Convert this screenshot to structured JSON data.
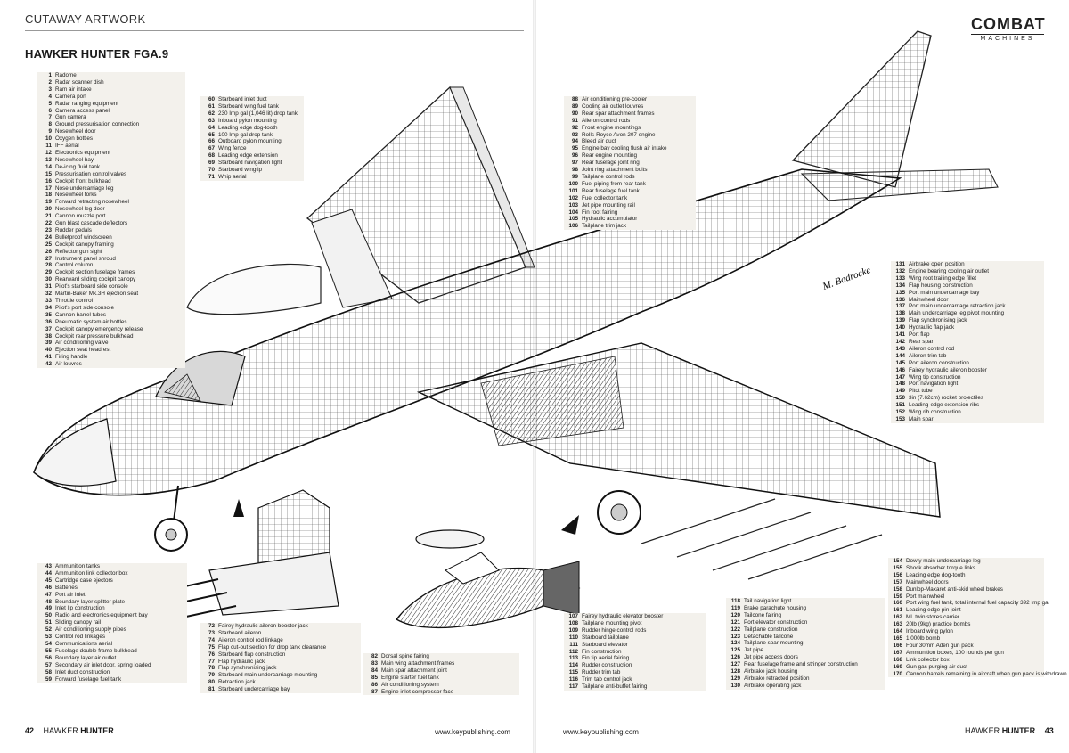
{
  "header": {
    "section": "CUTAWAY ARTWORK",
    "title": "HAWKER HUNTER FGA.9",
    "logo_top": "COMBAT",
    "logo_bottom": "MACHINES"
  },
  "artist_signature": "M. Badrocke",
  "key_lists": [
    {
      "id": "key-1-42",
      "items": [
        [
          "1",
          "Radome"
        ],
        [
          "2",
          "Radar scanner dish"
        ],
        [
          "3",
          "Ram air intake"
        ],
        [
          "4",
          "Camera port"
        ],
        [
          "5",
          "Radar ranging equipment"
        ],
        [
          "6",
          "Camera access panel"
        ],
        [
          "7",
          "Gun camera"
        ],
        [
          "8",
          "Ground pressurisation connection"
        ],
        [
          "9",
          "Nosewheel door"
        ],
        [
          "10",
          "Oxygen bottles"
        ],
        [
          "11",
          "IFF aerial"
        ],
        [
          "12",
          "Electronics equipment"
        ],
        [
          "13",
          "Nosewheel bay"
        ],
        [
          "14",
          "De-icing fluid tank"
        ],
        [
          "15",
          "Pressurisation control valves"
        ],
        [
          "16",
          "Cockpit front bulkhead"
        ],
        [
          "17",
          "Nose undercarriage leg"
        ],
        [
          "18",
          "Nosewheel forks"
        ],
        [
          "19",
          "Forward retracting nosewheel"
        ],
        [
          "20",
          "Nosewheel leg door"
        ],
        [
          "21",
          "Cannon muzzle port"
        ],
        [
          "22",
          "Gun blast cascade deflectors"
        ],
        [
          "23",
          "Rudder pedals"
        ],
        [
          "24",
          "Bulletproof windscreen"
        ],
        [
          "25",
          "Cockpit canopy framing"
        ],
        [
          "26",
          "Reflector gun sight"
        ],
        [
          "27",
          "Instrument panel shroud"
        ],
        [
          "28",
          "Control column"
        ],
        [
          "29",
          "Cockpit section fuselage frames"
        ],
        [
          "30",
          "Rearward sliding cockpit canopy"
        ],
        [
          "31",
          "Pilot's starboard side console"
        ],
        [
          "32",
          "Martin-Baker Mk.3H ejection seat"
        ],
        [
          "33",
          "Throttle control"
        ],
        [
          "34",
          "Pilot's port side console"
        ],
        [
          "35",
          "Cannon barrel tubes"
        ],
        [
          "36",
          "Pneumatic system air bottles"
        ],
        [
          "37",
          "Cockpit canopy emergency release"
        ],
        [
          "38",
          "Cockpit rear pressure bulkhead"
        ],
        [
          "39",
          "Air conditioning valve"
        ],
        [
          "40",
          "Ejection seat headrest"
        ],
        [
          "41",
          "Firing handle"
        ],
        [
          "42",
          "Air louvres"
        ]
      ]
    },
    {
      "id": "key-60-71",
      "items": [
        [
          "60",
          "Starboard inlet duct"
        ],
        [
          "61",
          "Starboard wing fuel tank"
        ],
        [
          "62",
          "230 Imp gal (1,046 lit) drop tank"
        ],
        [
          "63",
          "Inboard pylon mounting"
        ],
        [
          "64",
          "Leading edge dog-tooth"
        ],
        [
          "65",
          "100 Imp gal drop tank"
        ],
        [
          "66",
          "Outboard pylon mounting"
        ],
        [
          "67",
          "Wing fence"
        ],
        [
          "68",
          "Leading edge extension"
        ],
        [
          "69",
          "Starboard navigation light"
        ],
        [
          "70",
          "Starboard wingtip"
        ],
        [
          "71",
          "Whip aerial"
        ]
      ]
    },
    {
      "id": "key-88-106",
      "items": [
        [
          "88",
          "Air conditioning pre-cooler"
        ],
        [
          "89",
          "Cooling air outlet louvres"
        ],
        [
          "90",
          "Rear spar attachment frames"
        ],
        [
          "91",
          "Aileron control rods"
        ],
        [
          "92",
          "Front engine mountings"
        ],
        [
          "93",
          "Rolls-Royce Avon 207 engine"
        ],
        [
          "94",
          "Bleed air duct"
        ],
        [
          "95",
          "Engine bay cooling flush air intake"
        ],
        [
          "96",
          "Rear engine mounting"
        ],
        [
          "97",
          "Rear fuselage joint ring"
        ],
        [
          "98",
          "Joint ring attachment bolts"
        ],
        [
          "99",
          "Tailplane control rods"
        ],
        [
          "100",
          "Fuel piping from rear tank"
        ],
        [
          "101",
          "Rear fuselage fuel tank"
        ],
        [
          "102",
          "Fuel collector tank"
        ],
        [
          "103",
          "Jet pipe mounting rail"
        ],
        [
          "104",
          "Fin root fairing"
        ],
        [
          "105",
          "Hydraulic accumulator"
        ],
        [
          "106",
          "Tailplane trim jack"
        ]
      ]
    },
    {
      "id": "key-131-153",
      "items": [
        [
          "131",
          "Airbrake open position"
        ],
        [
          "132",
          "Engine bearing cooling air outlet"
        ],
        [
          "133",
          "Wing root trailing edge fillet"
        ],
        [
          "134",
          "Flap housing construction"
        ],
        [
          "135",
          "Port main undercarriage bay"
        ],
        [
          "136",
          "Mainwheel door"
        ],
        [
          "137",
          "Port main undercarriage retraction jack"
        ],
        [
          "138",
          "Main undercarriage leg pivot mounting"
        ],
        [
          "139",
          "Flap synchronising jack"
        ],
        [
          "140",
          "Hydraulic flap jack"
        ],
        [
          "141",
          "Port flap"
        ],
        [
          "142",
          "Rear spar"
        ],
        [
          "143",
          "Aileron control rod"
        ],
        [
          "144",
          "Aileron trim tab"
        ],
        [
          "145",
          "Port aileron construction"
        ],
        [
          "146",
          "Fairey hydraulic aileron booster"
        ],
        [
          "147",
          "Wing tip construction"
        ],
        [
          "148",
          "Port navigation light"
        ],
        [
          "149",
          "Pitot tube"
        ],
        [
          "150",
          "3in (7.62cm) rocket projectiles"
        ],
        [
          "151",
          "Leading-edge extension ribs"
        ],
        [
          "152",
          "Wing rib construction"
        ],
        [
          "153",
          "Main spar"
        ]
      ]
    },
    {
      "id": "key-43-59",
      "items": [
        [
          "43",
          "Ammunition tanks"
        ],
        [
          "44",
          "Ammunition link collector box"
        ],
        [
          "45",
          "Cartridge case ejectors"
        ],
        [
          "46",
          "Batteries"
        ],
        [
          "47",
          "Port air inlet"
        ],
        [
          "48",
          "Boundary layer splitter plate"
        ],
        [
          "49",
          "Inlet lip construction"
        ],
        [
          "50",
          "Radio and electronics equipment bay"
        ],
        [
          "51",
          "Sliding canopy rail"
        ],
        [
          "52",
          "Air conditioning supply pipes"
        ],
        [
          "53",
          "Control rod linkages"
        ],
        [
          "54",
          "Communications aerial"
        ],
        [
          "55",
          "Fuselage double frame bulkhead"
        ],
        [
          "56",
          "Boundary layer air outlet"
        ],
        [
          "57",
          "Secondary air inlet door, spring loaded"
        ],
        [
          "58",
          "Inlet duct construction"
        ],
        [
          "59",
          "Forward fuselage fuel tank"
        ]
      ]
    },
    {
      "id": "key-72-81",
      "items": [
        [
          "72",
          "Fairey hydraulic aileron booster jack"
        ],
        [
          "73",
          "Starboard aileron"
        ],
        [
          "74",
          "Aileron control rod linkage"
        ],
        [
          "75",
          "Flap cut-out section for drop tank clearance"
        ],
        [
          "76",
          "Starboard flap construction"
        ],
        [
          "77",
          "Flap hydraulic jack"
        ],
        [
          "78",
          "Flap synchronising jack"
        ],
        [
          "79",
          "Starboard main undercarriage mounting"
        ],
        [
          "80",
          "Retraction jack"
        ],
        [
          "81",
          "Starboard undercarriage bay"
        ]
      ]
    },
    {
      "id": "key-82-87",
      "items": [
        [
          "82",
          "Dorsal spine fairing"
        ],
        [
          "83",
          "Main wing attachment frames"
        ],
        [
          "84",
          "Main spar attachment joint"
        ],
        [
          "85",
          "Engine starter fuel tank"
        ],
        [
          "86",
          "Air conditioning system"
        ],
        [
          "87",
          "Engine inlet compressor face"
        ]
      ]
    },
    {
      "id": "key-107-117",
      "items": [
        [
          "107",
          "Fairey hydraulic elevator booster"
        ],
        [
          "108",
          "Tailplane mounting pivot"
        ],
        [
          "109",
          "Rudder hinge control rods"
        ],
        [
          "110",
          "Starboard tailplane"
        ],
        [
          "111",
          "Starboard elevator"
        ],
        [
          "112",
          "Fin construction"
        ],
        [
          "113",
          "Fin tip aerial fairing"
        ],
        [
          "114",
          "Rudder construction"
        ],
        [
          "115",
          "Rudder trim tab"
        ],
        [
          "116",
          "Trim tab control jack"
        ],
        [
          "117",
          "Tailplane anti-buffet fairing"
        ]
      ]
    },
    {
      "id": "key-118-130",
      "items": [
        [
          "118",
          "Tail navigation light"
        ],
        [
          "119",
          "Brake parachute housing"
        ],
        [
          "120",
          "Tailcone fairing"
        ],
        [
          "121",
          "Port elevator construction"
        ],
        [
          "122",
          "Tailplane construction"
        ],
        [
          "123",
          "Detachable tailcone"
        ],
        [
          "124",
          "Tailplane spar mounting"
        ],
        [
          "125",
          "Jet pipe"
        ],
        [
          "126",
          "Jet pipe access doors"
        ],
        [
          "127",
          "Rear fuselage frame and stringer construction"
        ],
        [
          "128",
          "Airbrake jack housing"
        ],
        [
          "129",
          "Airbrake retracted position"
        ],
        [
          "130",
          "Airbrake operating jack"
        ]
      ]
    },
    {
      "id": "key-154-170",
      "items": [
        [
          "154",
          "Dowty main undercarriage leg"
        ],
        [
          "155",
          "Shock absorber torque links"
        ],
        [
          "156",
          "Leading edge dog-tooth"
        ],
        [
          "157",
          "Mainwheel doors"
        ],
        [
          "158",
          "Dunlop-Maxaret anti-skid wheel brakes"
        ],
        [
          "159",
          "Port mainwheel"
        ],
        [
          "160",
          "Port wing fuel tank, total internal fuel capacity 392 Imp gal"
        ],
        [
          "161",
          "Leading edge pin joint"
        ],
        [
          "162",
          "ML twin stores carrier"
        ],
        [
          "163",
          "20lb (9kg) practice bombs"
        ],
        [
          "164",
          "Inboard wing pylon"
        ],
        [
          "165",
          "1,000lb bomb"
        ],
        [
          "166",
          "Four 30mm Aden gun pack"
        ],
        [
          "167",
          "Ammunition boxes, 100 rounds per gun"
        ],
        [
          "168",
          "Link collector box"
        ],
        [
          "169",
          "Gun gas purging air duct"
        ],
        [
          "170",
          "Cannon barrels remaining in aircraft when gun pack is withdrawn"
        ]
      ]
    }
  ],
  "footer": {
    "left_page": "42",
    "left_brand_a": "HAWKER",
    "left_brand_b": "HUNTER",
    "left_url": "www.keypublishing.com",
    "right_url": "www.keypublishing.com",
    "right_brand_a": "HAWKER",
    "right_brand_b": "HUNTER",
    "right_page": "43"
  }
}
